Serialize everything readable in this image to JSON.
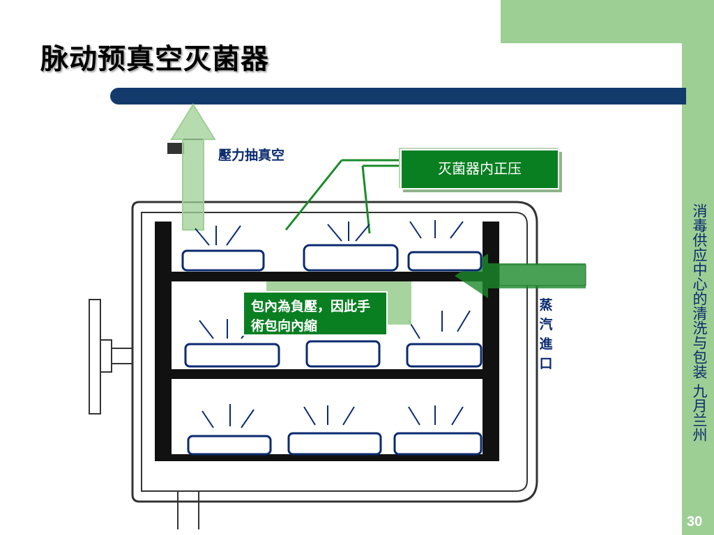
{
  "slide": {
    "title": "脉动预真空灭菌器",
    "side_text": "消毒供应中心的清洗与包装  九月兰州",
    "page_number": "30"
  },
  "diagram": {
    "vacuum_label": "壓力抽真空",
    "steam_label": "蒸汽進口",
    "positive_pressure_label": "灭菌器内正压",
    "negative_pressure_label": "包內為負壓，因此手術包向內縮"
  }
}
